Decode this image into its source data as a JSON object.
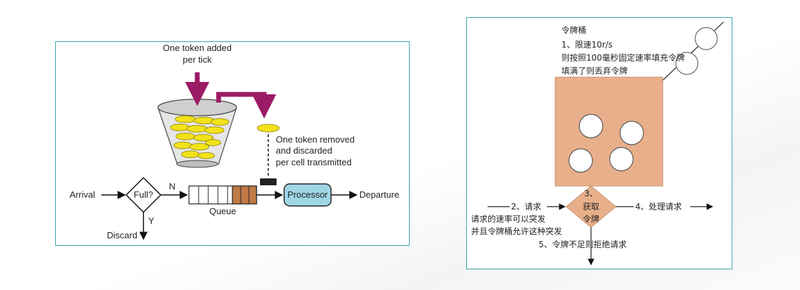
{
  "left": {
    "token_added": [
      "One token added",
      "per tick"
    ],
    "token_removed": [
      "One token removed",
      "and discarded",
      "per cell transmitted"
    ],
    "arrival": "Arrival",
    "full": "Full?",
    "n_label": "N",
    "y_label": "Y",
    "queue": "Queue",
    "processor": "Processor",
    "departure": "Departure",
    "discard": "Discard",
    "colors": {
      "accent": "#9b1b66",
      "coin": "#f2e21a",
      "queue_fill": "#c07a45",
      "processor_fill": "#9fd6e6"
    }
  },
  "right": {
    "title": "令牌桶",
    "line1": "1、限速10r/s",
    "line2": "则按照100毫秒固定速率填充令牌",
    "line3": "填满了则丢弃令牌",
    "step2": "2、请求",
    "note1": "请求的速率可以突发",
    "note2": "并且令牌桶允许这种突发",
    "diamond": [
      "3、",
      "获取",
      "令牌"
    ],
    "step4": "4、处理请求",
    "step5": "5、令牌不足则拒绝请求",
    "colors": {
      "bucket": "#e8b08a",
      "token": "#ffffff"
    }
  }
}
